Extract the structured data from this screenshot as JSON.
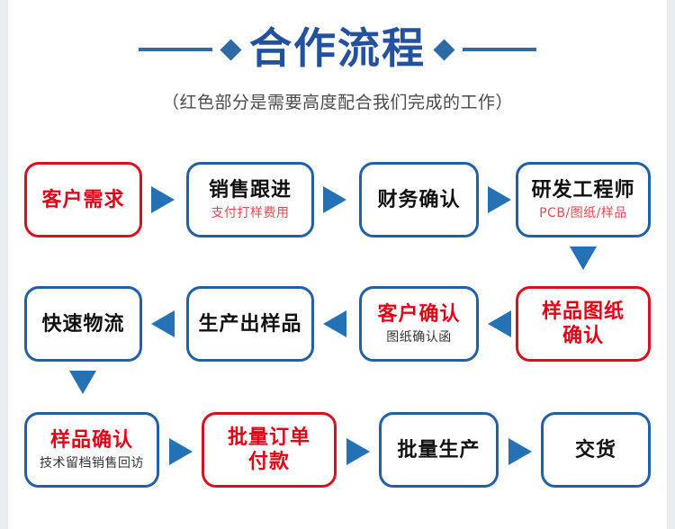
{
  "header": {
    "title": "合作流程",
    "subtitle": "（红色部分是需要高度配合我们完成的工作）",
    "accent_blue": "#21519f",
    "rule_blue": "#2e6ba4"
  },
  "colors": {
    "box_blue": "#2060a8",
    "box_red": "#d9101e",
    "text_red": "#e30016",
    "arrow_blue": "#2472b5",
    "page_background": "#e9ecef",
    "canvas_background": "#ffffff"
  },
  "flow": {
    "rows": [
      {
        "direction": "right",
        "nodes": [
          {
            "title": "客户需求",
            "sub": "",
            "border": "red",
            "title_color": "red",
            "sub_color": "black"
          },
          {
            "title": "销售跟进",
            "sub": "支付打样费用",
            "border": "blue",
            "title_color": "black",
            "sub_color": "red"
          },
          {
            "title": "财务确认",
            "sub": "",
            "border": "blue",
            "title_color": "black",
            "sub_color": "black"
          },
          {
            "title": "研发工程师",
            "sub": "PCB/图纸/样品",
            "border": "blue",
            "title_color": "black",
            "sub_color": "red"
          }
        ]
      },
      {
        "direction": "left",
        "nodes": [
          {
            "title": "快速物流",
            "sub": "",
            "border": "blue",
            "title_color": "black",
            "sub_color": "black"
          },
          {
            "title": "生产出样品",
            "sub": "",
            "border": "blue",
            "title_color": "black",
            "sub_color": "black"
          },
          {
            "title": "客户确认",
            "sub": "图纸确认函",
            "border": "blue",
            "title_color": "red",
            "sub_color": "black"
          },
          {
            "title": "样品图纸\n确认",
            "sub": "",
            "border": "red",
            "title_color": "red",
            "sub_color": "black"
          }
        ]
      },
      {
        "direction": "right",
        "nodes": [
          {
            "title": "样品确认",
            "sub": "技术留档销售回访",
            "border": "blue",
            "title_color": "red",
            "sub_color": "black"
          },
          {
            "title": "批量订单\n付款",
            "sub": "",
            "border": "red",
            "title_color": "red",
            "sub_color": "black"
          },
          {
            "title": "批量生产",
            "sub": "",
            "border": "blue",
            "title_color": "black",
            "sub_color": "black"
          },
          {
            "title": "交货",
            "sub": "",
            "border": "blue",
            "title_color": "black",
            "sub_color": "black"
          }
        ]
      }
    ],
    "connectors": [
      {
        "name": "row1-to-row2-down-arrow",
        "direction": "down"
      },
      {
        "name": "row2-to-row3-down-arrow",
        "direction": "down"
      }
    ]
  }
}
